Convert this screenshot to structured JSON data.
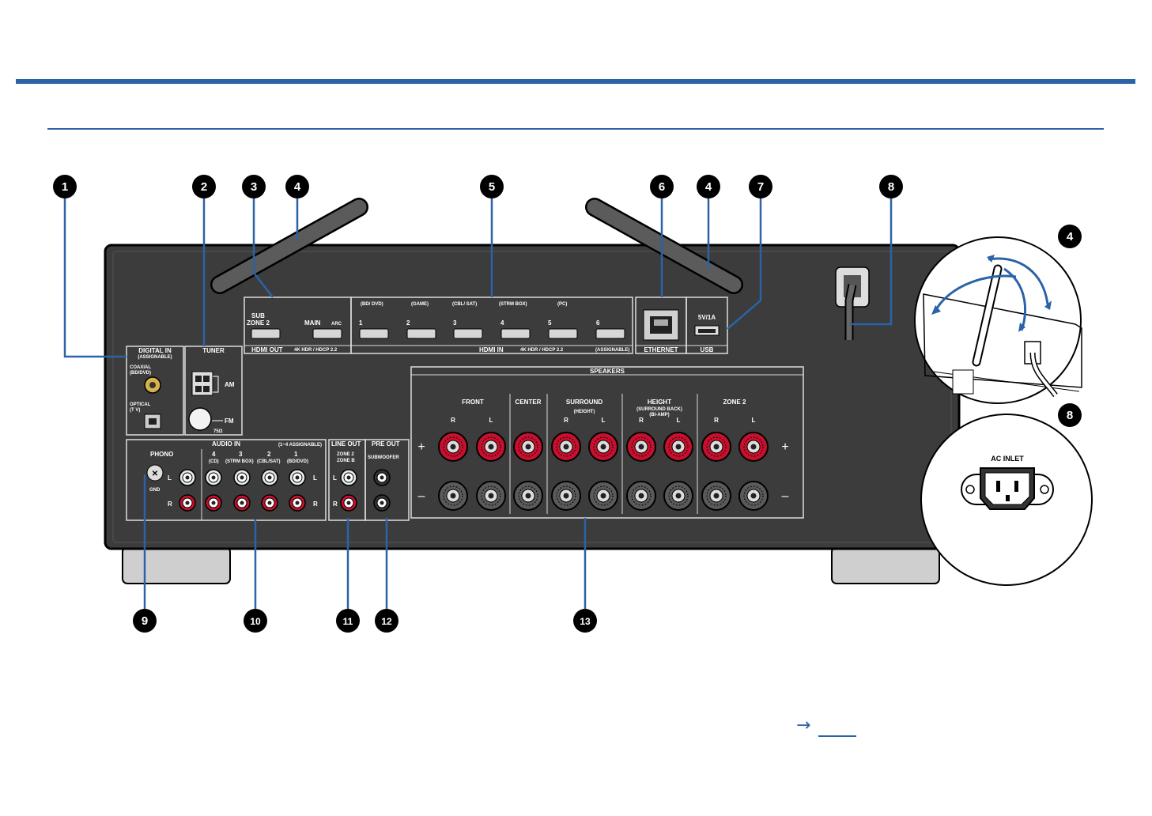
{
  "link": {
    "arrow": "→"
  },
  "callouts": {
    "c1": "1",
    "c2": "2",
    "c3": "3",
    "c4a": "4",
    "c5": "5",
    "c6": "6",
    "c4b": "4",
    "c7": "7",
    "c8": "8",
    "c4c": "4",
    "c8b": "8",
    "c9": "9",
    "c10": "10",
    "c11": "11",
    "c12": "12",
    "c13": "13"
  },
  "panel": {
    "digital_in": {
      "title": "DIGITAL IN",
      "sub": "(ASSIGNABLE)",
      "coaxial": "COAXIAL",
      "coaxial_src": "(BD/DVD)",
      "optical": "OPTICAL",
      "optical_src": "(T V)"
    },
    "tuner": {
      "title": "TUNER",
      "am": "AM",
      "fm": "FM",
      "ohm": "75Ω"
    },
    "hdmi_out": {
      "sub": "SUB",
      "zone2": "ZONE 2",
      "main": "MAIN",
      "arc": "ARC",
      "title": "HDMI OUT",
      "spec": "4K HDR / HDCP 2.2"
    },
    "hdmi_in": {
      "srcs": [
        "(BD/ DVD)",
        "(GAME)",
        "(CBL/ SAT)",
        "(STRM BOX)",
        "(PC)"
      ],
      "nums": [
        "1",
        "2",
        "3",
        "4",
        "5",
        "6"
      ],
      "title": "HDMI IN",
      "spec": "4K HDR / HDCP 2.2",
      "assignable": "(ASSIGNABLE)"
    },
    "ethernet": "ETHERNET",
    "usb": {
      "title": "USB",
      "power": "5V/1A"
    },
    "audio_in": {
      "title": "AUDIO IN",
      "assign": "(1~4 ASSIGNABLE)",
      "phono": "PHONO",
      "gnd": "GND",
      "l": "L",
      "r": "R",
      "nums": [
        "4",
        "3",
        "2",
        "1"
      ],
      "srcs": [
        "(CD)",
        "(STRM BOX)",
        "(CBL/SAT)",
        "(BD/DVD)"
      ]
    },
    "line_out": {
      "title": "LINE OUT",
      "zone2": "ZONE 2",
      "zoneb": "ZONE B"
    },
    "pre_out": {
      "title": "PRE OUT",
      "sub": "SUBWOOFER"
    },
    "speakers": {
      "title": "SPEAKERS",
      "front": "FRONT",
      "center": "CENTER",
      "surround": "SURROUND",
      "surround_sub": "(HEIGHT)",
      "height": "HEIGHT",
      "height_sub": "(SURROUND BACK)",
      "height_sub2": "(BI-AMP)",
      "zone2": "ZONE 2",
      "r": "R",
      "l": "L",
      "plus": "+",
      "minus": "–"
    }
  },
  "inset": {
    "ac_inlet": "AC INLET"
  },
  "colors": {
    "accent": "#2a63a6",
    "panel": "#3a3a3a",
    "red": "#c8102e"
  }
}
